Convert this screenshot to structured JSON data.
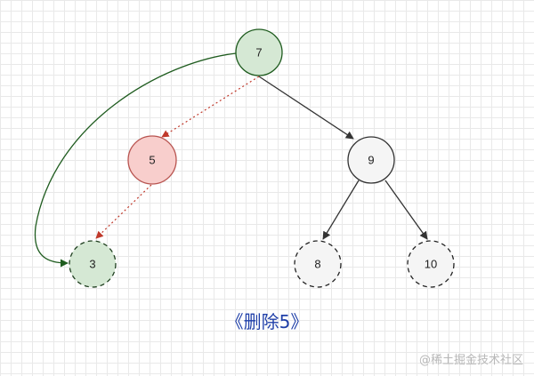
{
  "diagram": {
    "caption": "《删除5》",
    "watermark": "@稀土掘金技术社区",
    "nodes": [
      {
        "id": "n7",
        "label": "7",
        "state": "highlight"
      },
      {
        "id": "n5",
        "label": "5",
        "state": "deleted"
      },
      {
        "id": "n9",
        "label": "9",
        "state": "normal"
      },
      {
        "id": "n3",
        "label": "3",
        "state": "highlight-dashed"
      },
      {
        "id": "n8",
        "label": "8",
        "state": "normal-dashed"
      },
      {
        "id": "n10",
        "label": "10",
        "state": "normal-dashed"
      }
    ],
    "colors": {
      "highlight_fill": "#d5e8d4",
      "highlight_stroke": "#1f5c1f",
      "deleted_fill": "#f8cecc",
      "deleted_stroke": "#b85450",
      "normal_fill": "#f5f5f5",
      "normal_stroke": "#333333",
      "dotted_edge": "#c0392b",
      "curved_edge": "#1f5c1f"
    }
  }
}
